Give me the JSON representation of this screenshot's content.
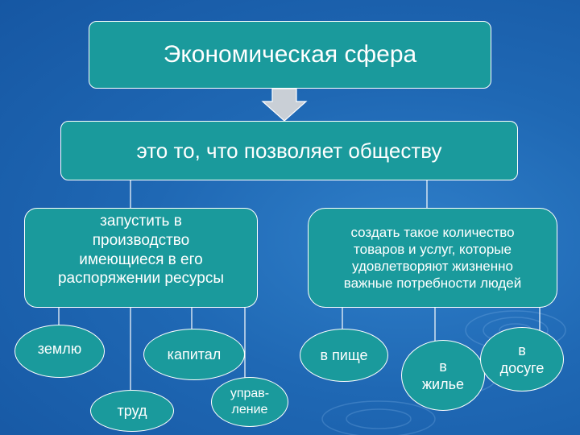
{
  "title": "Экономическая сфера",
  "definition": "это то, что позволяет обществу",
  "left_branch": {
    "text": "запустить в\nпроизводство\nимеющиеся в его\nраспоряжении ресурсы",
    "items": [
      "землю",
      "труд",
      "капитал",
      "управ-\nление"
    ]
  },
  "right_branch": {
    "text": "создать такое количество\nтоваров и услуг, которые\nудовлетворяют жизненно\nважные потребности людей",
    "items": [
      "в пище",
      "в\nжилье",
      "в\nдосуге"
    ]
  },
  "colors": {
    "background": "#1f68b4",
    "box_fill": "#1a9a9c",
    "border": "#ffffff",
    "arrow_fill": "#c9cfd6"
  }
}
